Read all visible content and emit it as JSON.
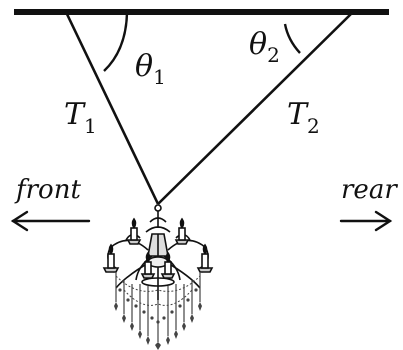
{
  "figure": {
    "labels": {
      "theta1": {
        "symbol": "θ",
        "subscript": "1"
      },
      "theta2": {
        "symbol": "θ",
        "subscript": "2"
      },
      "t1": {
        "symbol": "T",
        "subscript": "1"
      },
      "t2": {
        "symbol": "T",
        "subscript": "2"
      },
      "front": "front",
      "rear": "rear"
    },
    "colors": {
      "ink": "#111111",
      "crystal": "#444444",
      "background": "#ffffff"
    },
    "icons": {
      "front_arrow": "left-arrow-icon",
      "rear_arrow": "right-arrow-icon",
      "chandelier": "chandelier-icon"
    }
  }
}
